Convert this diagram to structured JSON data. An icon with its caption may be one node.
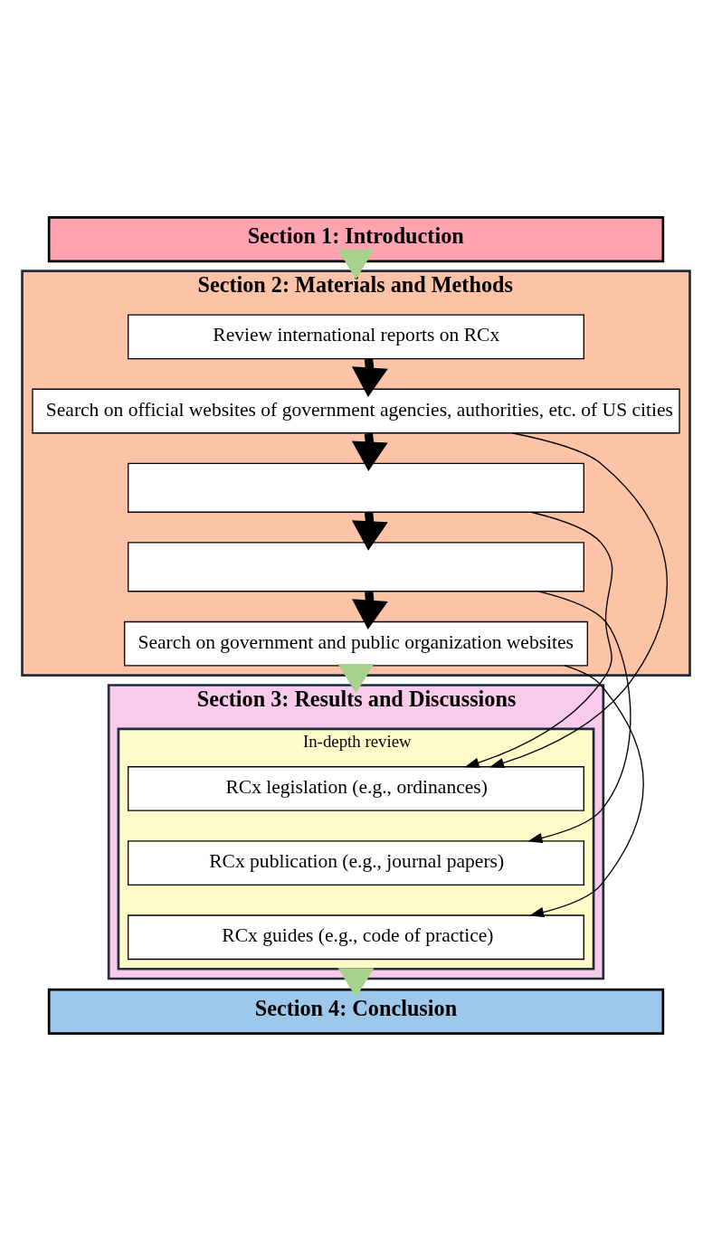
{
  "diagram": {
    "nodes": [
      {
        "text": [
          "Section 1: Introduction"
        ]
      },
      {
        "text": [
          "Section 2: Materials and Methods"
        ]
      },
      {
        "text": [
          "Review international reports on RCx"
        ],
        "in": 1
      },
      {
        "text": [
          "Search on official websites of government agencies, authorities, etc. of US cities"
        ],
        "in": 1
      },
      {
        "text": [],
        "shape": "box",
        "in": 1
      },
      {
        "text": [],
        "shape": "box",
        "in": 1
      },
      {
        "text": [
          "Search on government and public organization websites"
        ],
        "in": 1
      },
      {
        "text": [
          "Section 3: Results and Discussions"
        ]
      },
      {
        "text": [
          "In-depth review"
        ],
        "in": 7
      },
      {
        "text": [
          "RCx legislation (e.g., ordinances)"
        ],
        "in": 8
      },
      {
        "text": [
          "RCx publication (e.g., journal papers)"
        ],
        "in": 8
      },
      {
        "text": [
          "RCx guides (e.g., code of practice)"
        ],
        "in": 8
      },
      {
        "text": [
          "Section 4: Conclusion"
        ]
      }
    ],
    "edges": [
      {
        "from": 0,
        "to": 1,
        "arrow": "to",
        "style": "thick",
        "color": "#a9d18e"
      },
      {
        "from": 2,
        "to": 3,
        "arrow": "to",
        "style": "thick"
      },
      {
        "from": 3,
        "to": 4,
        "arrow": "to",
        "style": "thick"
      },
      {
        "from": 4,
        "to": 5,
        "arrow": "to",
        "style": "thick"
      },
      {
        "from": 5,
        "to": 6,
        "arrow": "to",
        "style": "thick"
      },
      {
        "from": 1,
        "to": 7,
        "arrow": "to",
        "style": "thick",
        "color": "#a9d18e"
      },
      {
        "from": 3,
        "to": 9,
        "arrow": "to"
      },
      {
        "from": 4,
        "to": 9,
        "arrow": "to"
      },
      {
        "from": 5,
        "to": 10,
        "arrow": "to"
      },
      {
        "from": 6,
        "to": 11,
        "arrow": "to"
      },
      {
        "from": 7,
        "to": 12,
        "arrow": "to",
        "style": "thick",
        "color": "#a9d18e"
      }
    ]
  }
}
